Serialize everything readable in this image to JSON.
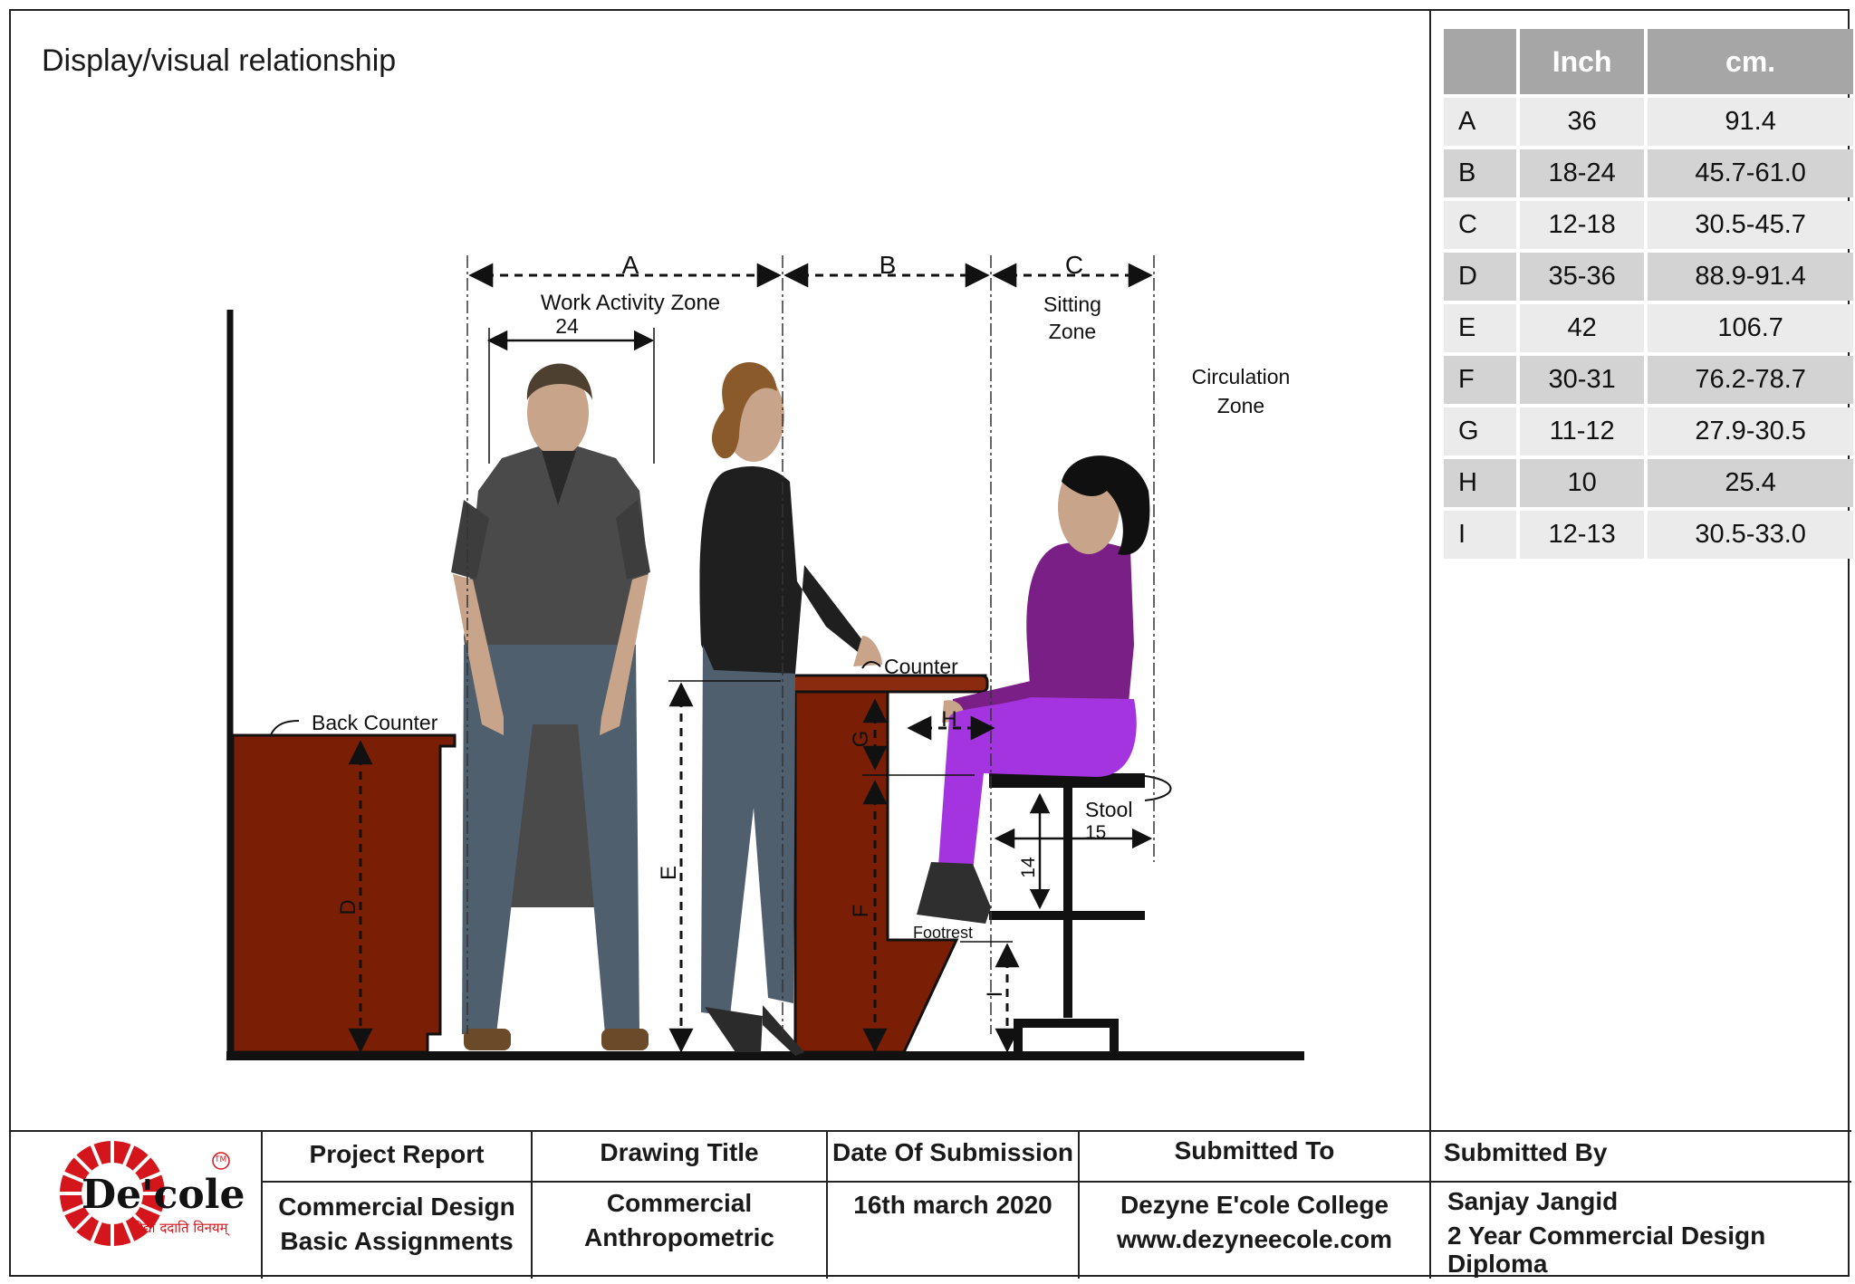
{
  "page_title": "Display/visual relationship",
  "table": {
    "headers": [
      "",
      "Inch",
      "cm."
    ],
    "rows": [
      {
        "letter": "A",
        "inch": "36",
        "cm": "91.4"
      },
      {
        "letter": "B",
        "inch": "18-24",
        "cm": "45.7-61.0"
      },
      {
        "letter": "C",
        "inch": "12-18",
        "cm": "30.5-45.7"
      },
      {
        "letter": "D",
        "inch": "35-36",
        "cm": "88.9-91.4"
      },
      {
        "letter": "E",
        "inch": "42",
        "cm": "106.7"
      },
      {
        "letter": "F",
        "inch": "30-31",
        "cm": "76.2-78.7"
      },
      {
        "letter": "G",
        "inch": "11-12",
        "cm": "27.9-30.5"
      },
      {
        "letter": "H",
        "inch": "10",
        "cm": "25.4"
      },
      {
        "letter": "I",
        "inch": "12-13",
        "cm": "30.5-33.0"
      }
    ]
  },
  "drawing": {
    "dim_a": "A",
    "dim_b": "B",
    "dim_c": "C",
    "work_zone": "Work Activity Zone",
    "width_24": "24",
    "sitting_zone_1": "Sitting",
    "sitting_zone_2": "Zone",
    "circulation_1": "Circulation",
    "circulation_2": "Zone",
    "back_counter": "Back Counter",
    "counter": "Counter",
    "stool": "Stool",
    "stool_15": "15",
    "stool_14": "14",
    "footrest": "Footrest",
    "dim_d": "D",
    "dim_e": "E",
    "dim_f": "F",
    "dim_g": "G",
    "dim_h": "H",
    "dim_i": "I"
  },
  "footer": {
    "logo_name": "De'cole",
    "logo_tm": "TM",
    "logo_tagline": "विद्या ददाति विनयम्",
    "project_report_label": "Project Report",
    "project_report_line1": "Commercial Design",
    "project_report_line2": "Basic Assignments",
    "drawing_title_label": "Drawing Title",
    "drawing_title_line1": "Commercial",
    "drawing_title_line2": "Anthropometric",
    "date_label": "Date Of Submission",
    "date_value": "16th march 2020",
    "submitted_to_label": "Submitted To",
    "submitted_to_line1": "Dezyne E'cole College",
    "submitted_to_line2": "www.dezyneecole.com",
    "submitted_by_label": "Submitted By",
    "submitted_by_line1": "Sanjay Jangid",
    "submitted_by_line2": "2 Year Commercial Design",
    "submitted_by_line3": "Diploma"
  },
  "colors": {
    "counter_brown": "#7a1e06",
    "man_shirt": "#4a4a4a",
    "man_pants": "#4f5f6e",
    "woman_top": "#1f1f1f",
    "sitting_top": "#7a1f86",
    "sitting_pants": "#a334e0",
    "logo_red": "#d4161c"
  }
}
